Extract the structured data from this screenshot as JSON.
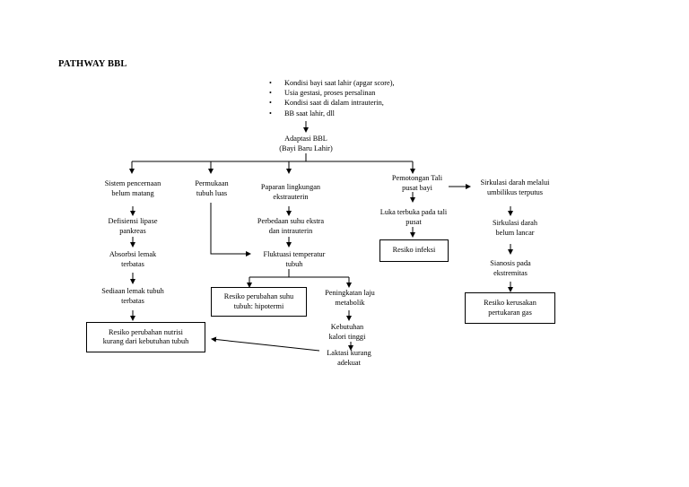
{
  "title": "PATHWAY BBL",
  "factors": [
    "Kondisi bayi saat lahir (apgar score),",
    "Usia gestasi, proses persalinan",
    "Kondisi saat di dalam intrauterin,",
    "BB saat lahir, dll"
  ],
  "nodes": {
    "adaptasi": "Adaptasi BBL\n(Bayi Baru Lahir)",
    "pencernaan": "Sistem pencernaan\nbelum matang",
    "defisiensi": "Defisiensi lipase\npankreas",
    "absorbsi": "Absorbsi lemak\nterbatas",
    "sediaan": "Sediaan lemak tubuh\nterbatas",
    "resiko_nutrisi": "Resiko perubahan nutrisi\nkurang dari kebutuhan tubuh",
    "permukaan": "Permukaan\ntubuh luas",
    "paparan": "Paparan lingkungan\nekstrauterin",
    "perbedaan": "Perbedaan suhu ekstra\ndan intrauterin",
    "fluktuasi": "Fluktuasi temperatur\ntubuh",
    "resiko_suhu": "Resiko perubahan suhu\ntubuh: hipotermi",
    "peningkatan": "Peningkatan laju\nmetabolik",
    "kebutuhan": "Kebutuhan\nkalori tinggi",
    "laktasi": "Laktasi  kurang\nadekuat",
    "pemotongan": "Pemotongan Tali\npusat bayi",
    "luka": "Luka terbuka pada tali\npusat",
    "resiko_infeksi": "Resiko infeksi",
    "sirkulasi_terputus": "Sirkulasi darah melalui\numbilikus terputus",
    "sirkulasi_lancar": "Sirkulasi darah\nbelum lancar",
    "sianosis": "Sianosis pada\nekstremitas",
    "resiko_gas": "Resiko kerusakan\npertukaran gas"
  }
}
